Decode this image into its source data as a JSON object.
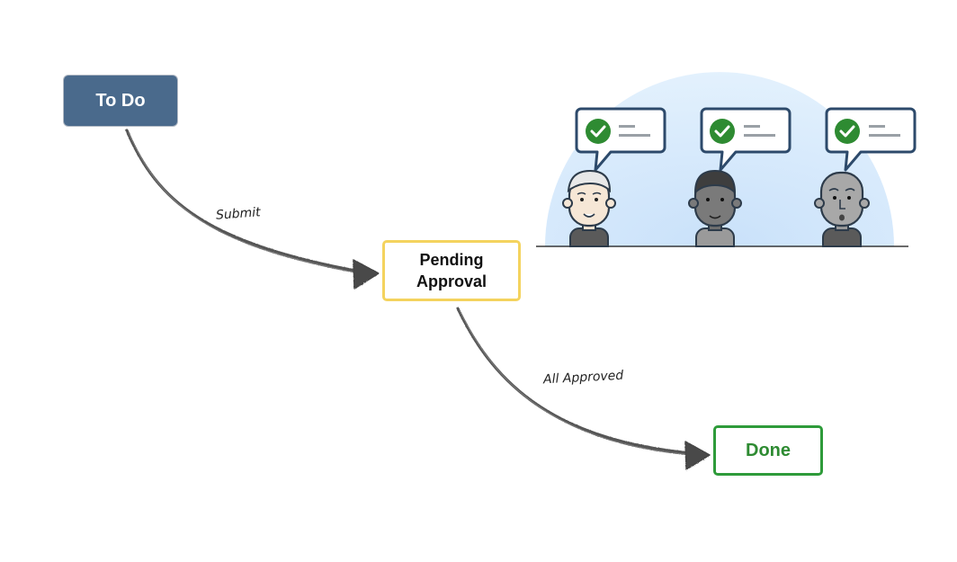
{
  "nodes": {
    "todo": {
      "label": "To Do",
      "fill": "#4a6a8c",
      "text_color": "#ffffff"
    },
    "pending": {
      "line1": "Pending",
      "line2": "Approval",
      "border": "#f4d35e"
    },
    "done": {
      "label": "Done",
      "border": "#2e9b3a",
      "text_color": "#2e8b32"
    }
  },
  "edges": {
    "submit": {
      "label": "Submit"
    },
    "all_approved": {
      "label": "All Approved"
    }
  },
  "approvers": {
    "count": 3,
    "bubble_icon": "check-circle-icon",
    "check_color": "#2e8b32",
    "bubble_border": "#2d4a6b",
    "backdrop_color": "#d6eafb"
  },
  "colors": {
    "arrow": "#555555",
    "ground_line": "#111111"
  }
}
